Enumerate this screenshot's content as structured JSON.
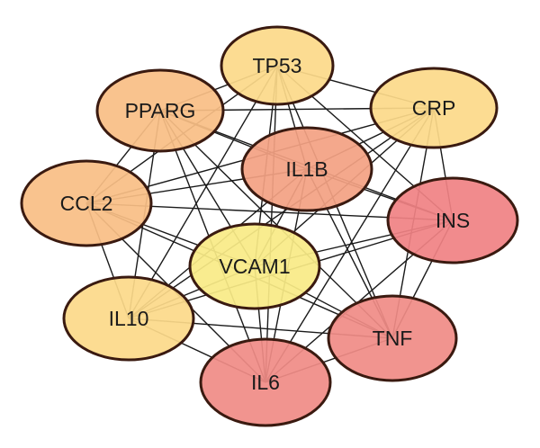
{
  "network": {
    "nodes": [
      {
        "id": "TP53",
        "label": "TP53",
        "color": "#FCD98A"
      },
      {
        "id": "CRP",
        "label": "CRP",
        "color": "#FCD98A"
      },
      {
        "id": "PPARG",
        "label": "PPARG",
        "color": "#F9BE85"
      },
      {
        "id": "IL1B",
        "label": "IL1B",
        "color": "#F3A183"
      },
      {
        "id": "CCL2",
        "label": "CCL2",
        "color": "#F9BE85"
      },
      {
        "id": "INS",
        "label": "INS",
        "color": "#F08284"
      },
      {
        "id": "VCAM1",
        "label": "VCAM1",
        "color": "#F9EB86"
      },
      {
        "id": "IL10",
        "label": "IL10",
        "color": "#FCD98A"
      },
      {
        "id": "TNF",
        "label": "TNF",
        "color": "#F08C86"
      },
      {
        "id": "IL6",
        "label": "IL6",
        "color": "#F08C86"
      }
    ],
    "edges": [
      [
        "TP53",
        "CRP"
      ],
      [
        "TP53",
        "PPARG"
      ],
      [
        "TP53",
        "IL1B"
      ],
      [
        "TP53",
        "CCL2"
      ],
      [
        "TP53",
        "INS"
      ],
      [
        "TP53",
        "VCAM1"
      ],
      [
        "TP53",
        "IL10"
      ],
      [
        "TP53",
        "TNF"
      ],
      [
        "TP53",
        "IL6"
      ],
      [
        "CRP",
        "PPARG"
      ],
      [
        "CRP",
        "IL1B"
      ],
      [
        "CRP",
        "CCL2"
      ],
      [
        "CRP",
        "INS"
      ],
      [
        "CRP",
        "VCAM1"
      ],
      [
        "CRP",
        "IL10"
      ],
      [
        "CRP",
        "TNF"
      ],
      [
        "CRP",
        "IL6"
      ],
      [
        "PPARG",
        "IL1B"
      ],
      [
        "PPARG",
        "CCL2"
      ],
      [
        "PPARG",
        "INS"
      ],
      [
        "PPARG",
        "VCAM1"
      ],
      [
        "PPARG",
        "IL10"
      ],
      [
        "PPARG",
        "TNF"
      ],
      [
        "PPARG",
        "IL6"
      ],
      [
        "IL1B",
        "CCL2"
      ],
      [
        "IL1B",
        "INS"
      ],
      [
        "IL1B",
        "VCAM1"
      ],
      [
        "IL1B",
        "IL10"
      ],
      [
        "IL1B",
        "TNF"
      ],
      [
        "IL1B",
        "IL6"
      ],
      [
        "CCL2",
        "INS"
      ],
      [
        "CCL2",
        "VCAM1"
      ],
      [
        "CCL2",
        "IL10"
      ],
      [
        "CCL2",
        "TNF"
      ],
      [
        "CCL2",
        "IL6"
      ],
      [
        "INS",
        "VCAM1"
      ],
      [
        "INS",
        "IL10"
      ],
      [
        "INS",
        "TNF"
      ],
      [
        "INS",
        "IL6"
      ],
      [
        "VCAM1",
        "IL10"
      ],
      [
        "VCAM1",
        "TNF"
      ],
      [
        "VCAM1",
        "IL6"
      ],
      [
        "IL10",
        "TNF"
      ],
      [
        "IL10",
        "IL6"
      ],
      [
        "TNF",
        "IL6"
      ]
    ]
  }
}
